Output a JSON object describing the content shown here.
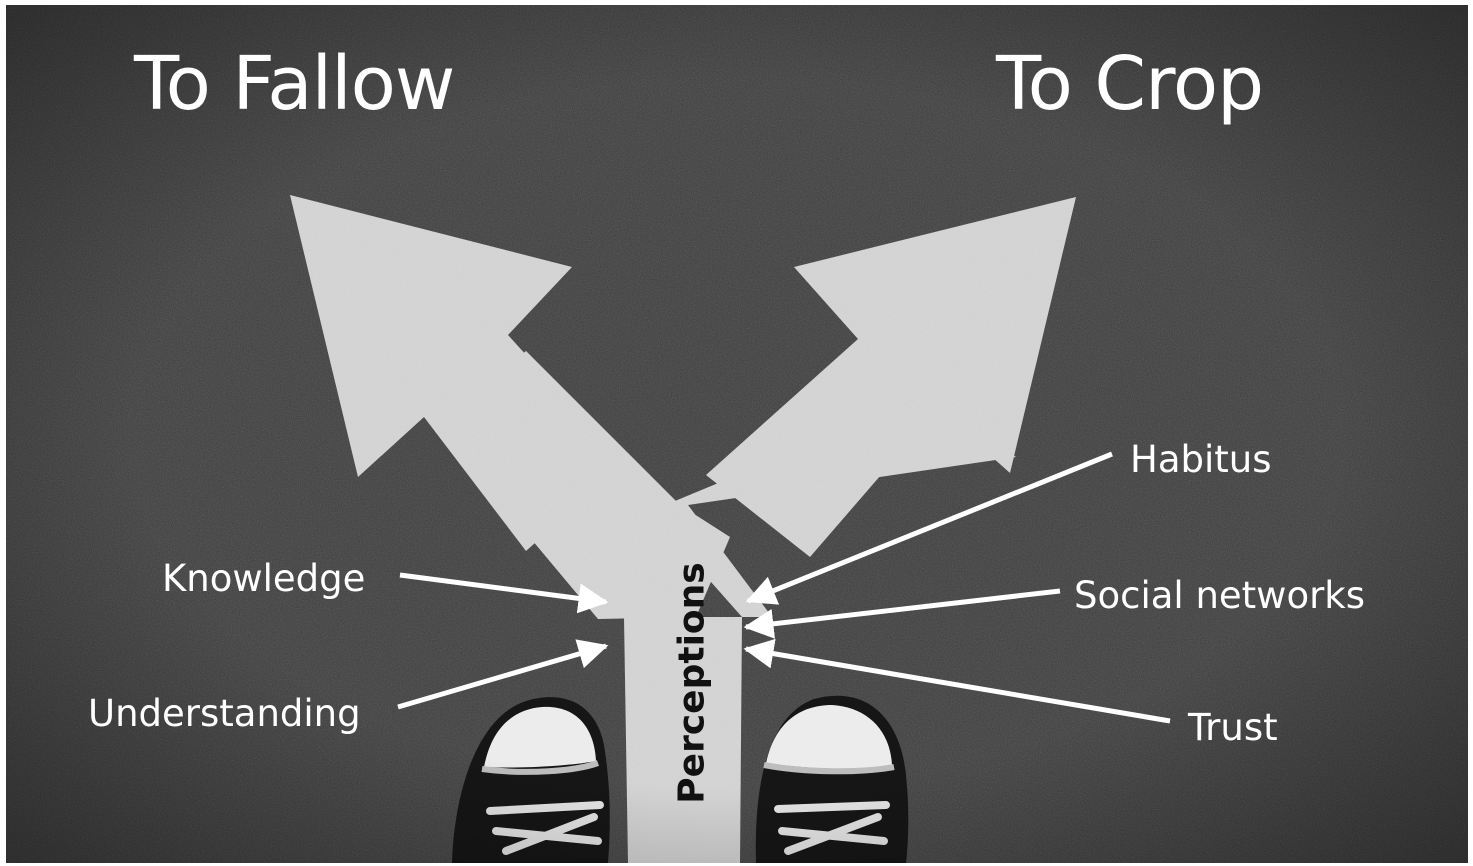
{
  "titles": {
    "left": "To Fallow",
    "right": "To Crop"
  },
  "center_label": "Perceptions",
  "factors": {
    "knowledge": "Knowledge",
    "understanding": "Understanding",
    "habitus": "Habitus",
    "social_networks": "Social networks",
    "trust": "Trust"
  },
  "colors": {
    "asphalt": "#3d3d3d",
    "road_marking": "#d9d9d9",
    "text": "#ffffff",
    "center_text": "#111111"
  }
}
